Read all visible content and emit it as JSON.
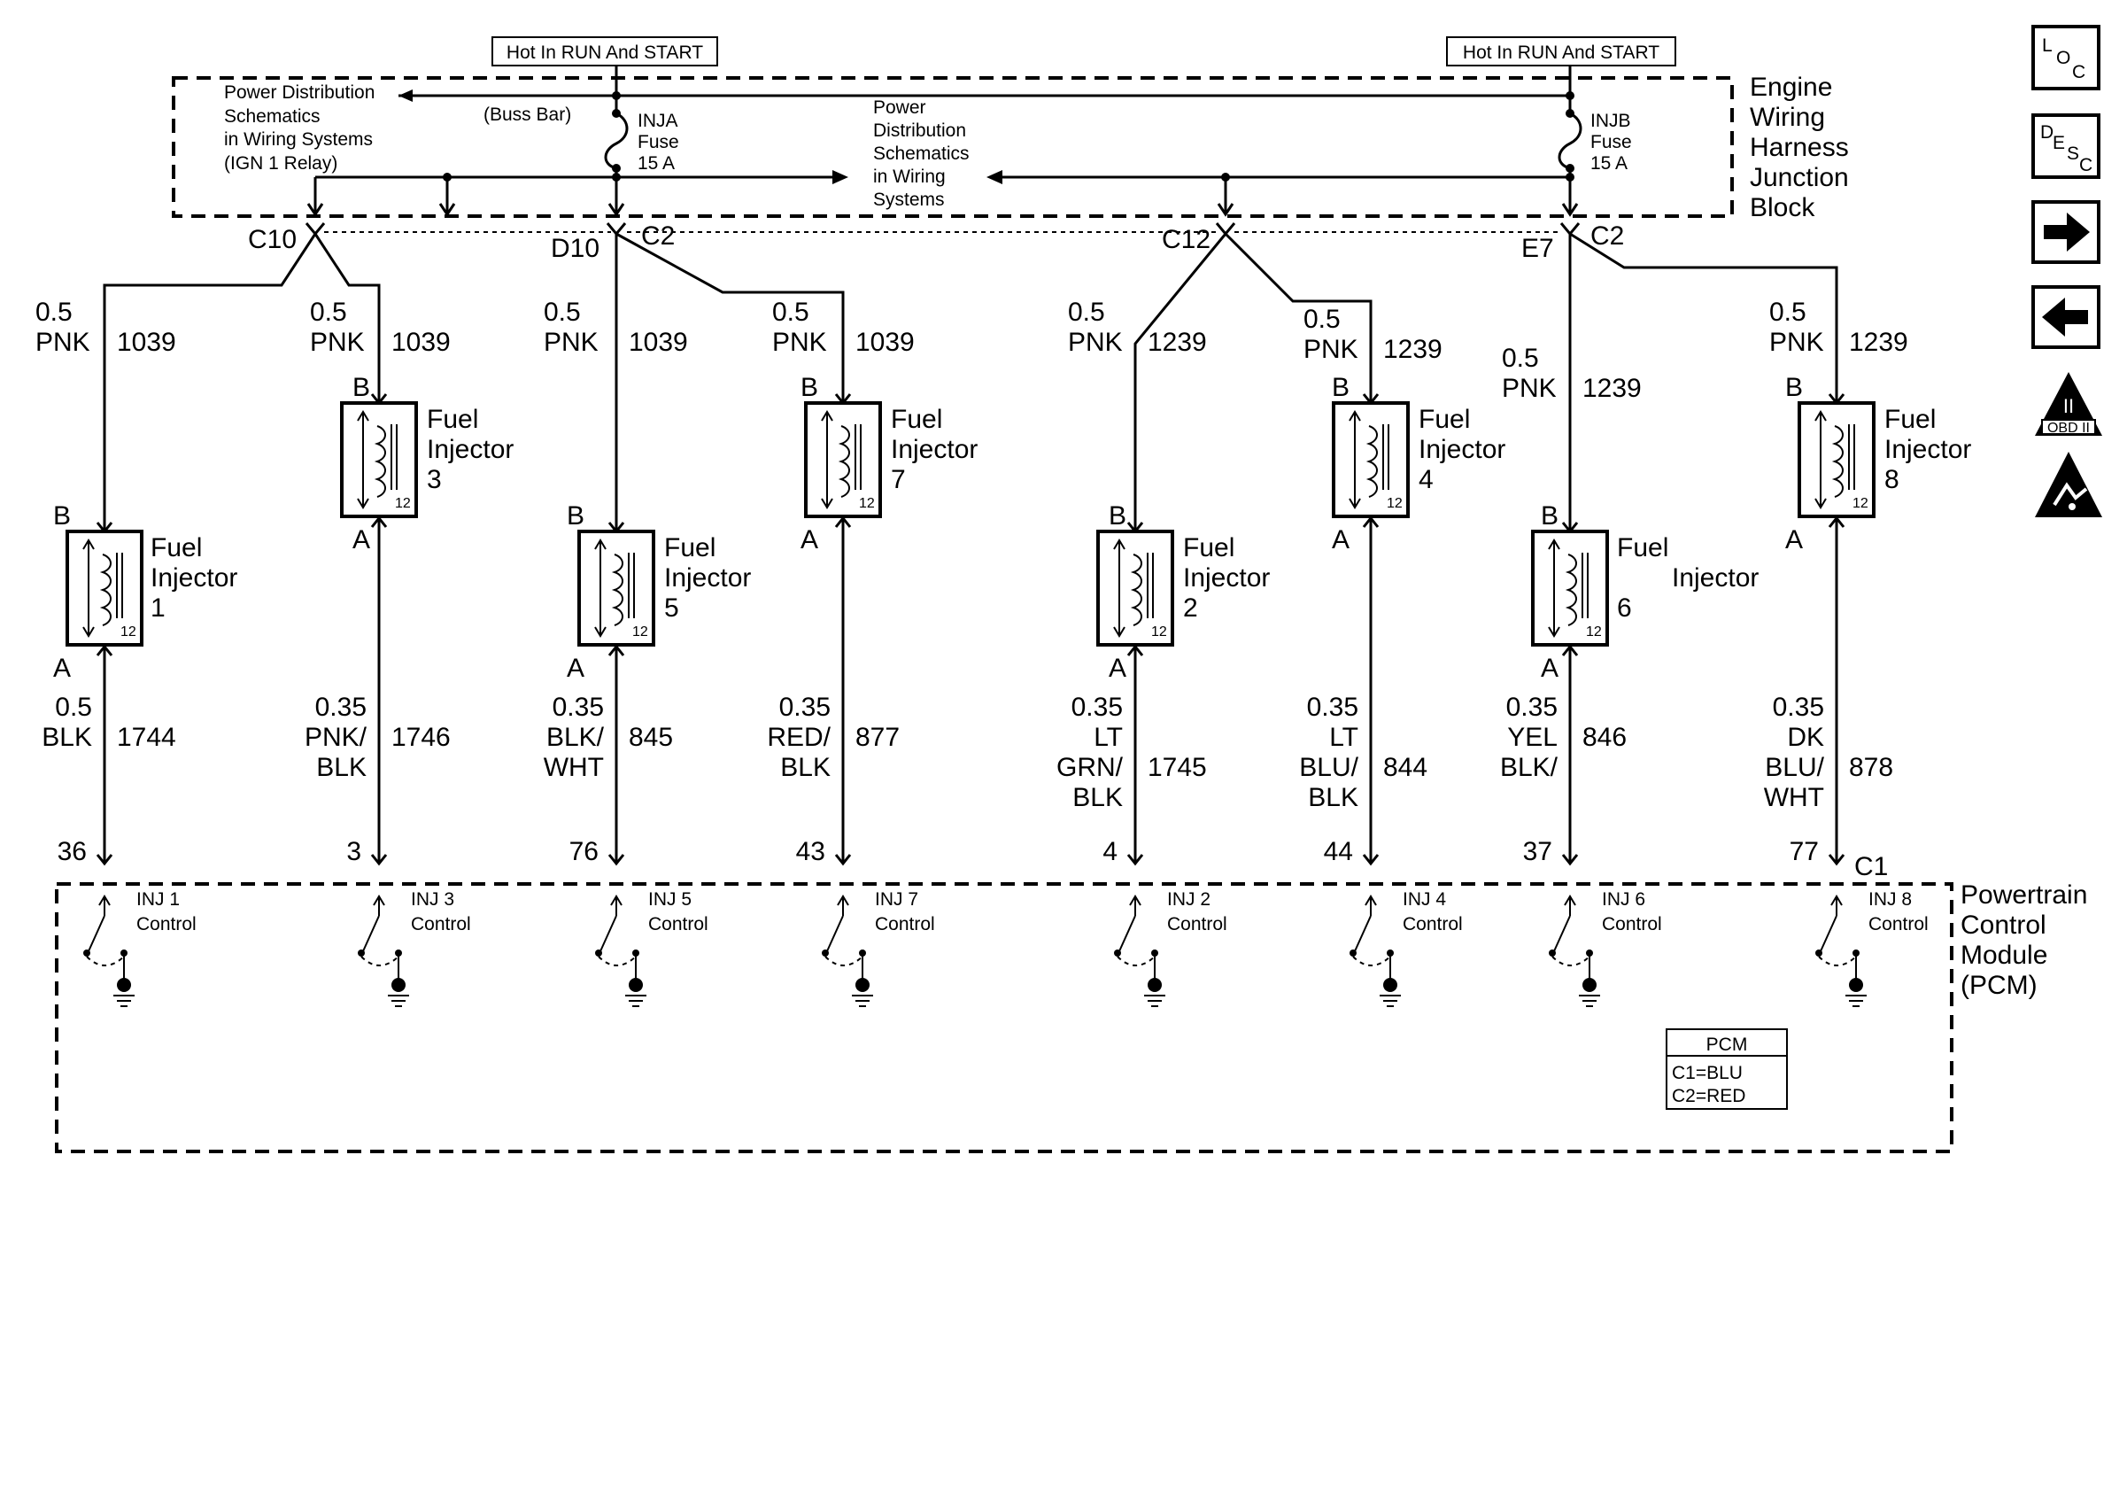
{
  "hot_label_left": "Hot In RUN And START",
  "hot_label_right": "Hot In RUN And START",
  "junction_block": {
    "name_lines": [
      "Engine",
      "Wiring",
      "Harness",
      "Junction",
      "Block"
    ],
    "power_dist_left": [
      "Power Distribution",
      "Schematics",
      "in Wiring Systems",
      "(IGN 1 Relay)"
    ],
    "power_dist_center": [
      "Power",
      "Distribution",
      "Schematics",
      "in Wiring",
      "Systems"
    ],
    "buss_bar": "(Buss Bar)",
    "fuse_a": [
      "INJA",
      "Fuse",
      "15 A"
    ],
    "fuse_b": [
      "INJB",
      "Fuse",
      "15 A"
    ]
  },
  "connectors": {
    "c10": "C10",
    "d10": "D10",
    "d10_c2": "C2",
    "c12": "C12",
    "e7": "E7",
    "e7_c2": "C2",
    "pcm_c1": "C1"
  },
  "injectors": [
    {
      "id": "1",
      "name_lines": [
        "Fuel",
        "Injector",
        "1"
      ],
      "upper_wire": [
        "0.5",
        "PNK"
      ],
      "upper_circuit": "1039",
      "lower_wire": [
        "0.5",
        "BLK"
      ],
      "lower_circuit": "1744",
      "pin": "36",
      "control": [
        "INJ  1",
        "Control"
      ]
    },
    {
      "id": "3",
      "name_lines": [
        "Fuel",
        "Injector",
        "3"
      ],
      "upper_wire": [
        "0.5",
        "PNK"
      ],
      "upper_circuit": "1039",
      "lower_wire": [
        "0.35",
        "PNK/",
        "BLK"
      ],
      "lower_circuit": "1746",
      "pin": "3",
      "control": [
        "INJ  3",
        "Control"
      ]
    },
    {
      "id": "5",
      "name_lines": [
        "Fuel",
        "Injector",
        "5"
      ],
      "upper_wire": [
        "0.5",
        "PNK"
      ],
      "upper_circuit": "1039",
      "lower_wire": [
        "0.35",
        "BLK/",
        "WHT"
      ],
      "lower_circuit": "845",
      "pin": "76",
      "control": [
        "INJ  5",
        "Control"
      ]
    },
    {
      "id": "7",
      "name_lines": [
        "Fuel",
        "Injector",
        "7"
      ],
      "upper_wire": [
        "0.5",
        "PNK"
      ],
      "upper_circuit": "1039",
      "lower_wire": [
        "0.35",
        "RED/",
        "BLK"
      ],
      "lower_circuit": "877",
      "pin": "43",
      "control": [
        "INJ  7",
        "Control"
      ]
    },
    {
      "id": "2",
      "name_lines": [
        "Fuel",
        "Injector",
        "2"
      ],
      "upper_wire": [
        "0.5",
        "PNK"
      ],
      "upper_circuit": "1239",
      "lower_wire": [
        "0.35",
        "LT",
        "GRN/",
        "BLK"
      ],
      "lower_circuit": "1745",
      "pin": "4",
      "control": [
        "INJ  2",
        "Control"
      ]
    },
    {
      "id": "4",
      "name_lines": [
        "Fuel",
        "Injector",
        "4"
      ],
      "upper_wire": [
        "0.5",
        "PNK"
      ],
      "upper_circuit": "1239",
      "lower_wire": [
        "0.35",
        "LT",
        "BLU/",
        "BLK"
      ],
      "lower_circuit": "844",
      "pin": "44",
      "control": [
        "INJ  4",
        "Control"
      ]
    },
    {
      "id": "6",
      "name_lines": [
        "Fuel",
        "Injector",
        "6"
      ],
      "upper_wire": [
        "0.5",
        "PNK"
      ],
      "upper_circuit": "1239",
      "lower_wire": [
        "0.35",
        "YEL",
        "BLK/"
      ],
      "lower_circuit": "846",
      "pin": "37",
      "control": [
        "INJ  6",
        "Control"
      ]
    },
    {
      "id": "8",
      "name_lines": [
        "Fuel",
        "Injector",
        "8"
      ],
      "upper_wire": [
        "0.5",
        "PNK"
      ],
      "upper_circuit": "1239",
      "lower_wire": [
        "0.35",
        "DK",
        "BLU/",
        "WHT"
      ],
      "lower_circuit": "878",
      "pin": "77",
      "control": [
        "INJ  8",
        "Control"
      ]
    }
  ],
  "pin_a": "A",
  "pin_b": "B",
  "coil_number": "12",
  "pcm": {
    "name_lines": [
      "Powertrain",
      "Control",
      "Module",
      "(PCM)"
    ],
    "legend_title": "PCM",
    "legend_lines": [
      "C1=BLU",
      "C2=RED"
    ]
  },
  "nav": {
    "loc": [
      "L",
      "O",
      "C"
    ],
    "desc": [
      "D",
      "E",
      "S",
      "C"
    ],
    "obd": "OBD II",
    "obd_numeral": "II"
  }
}
